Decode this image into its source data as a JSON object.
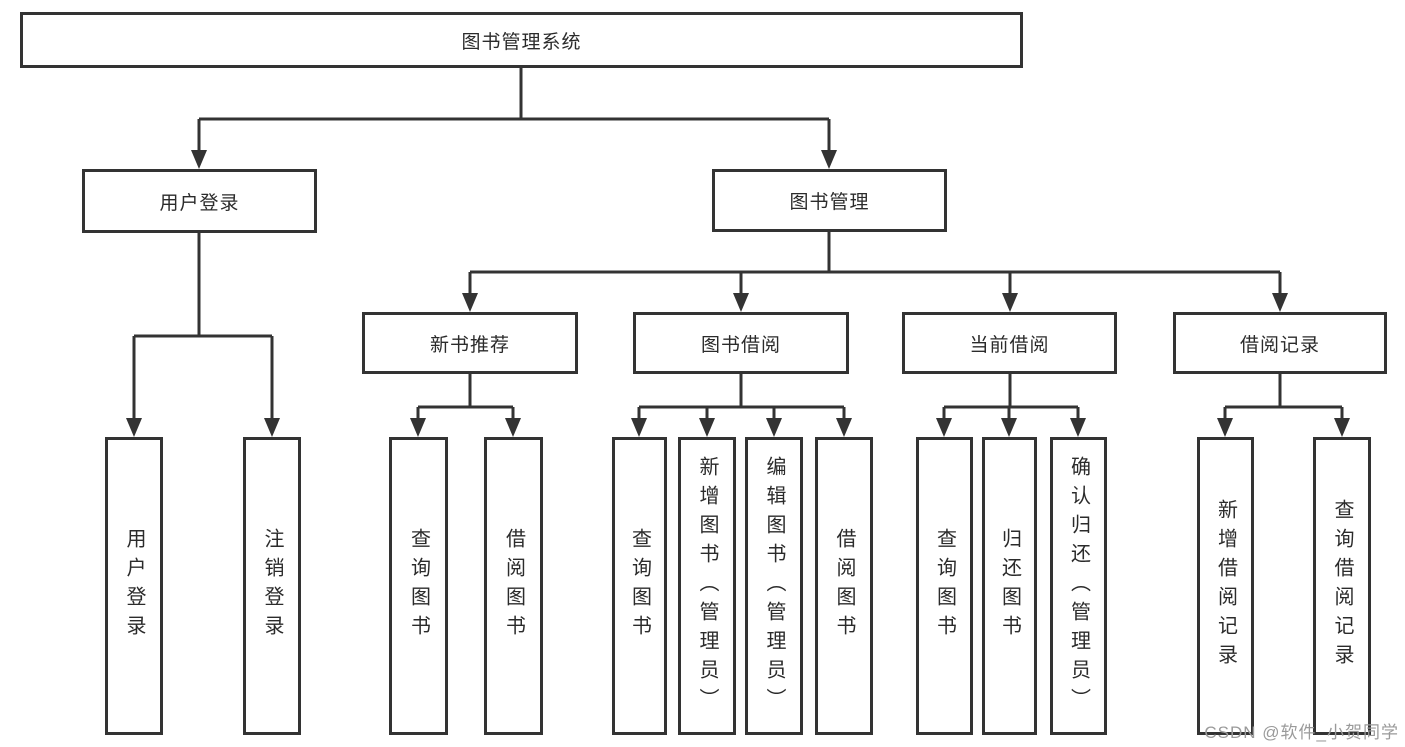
{
  "diagram": {
    "root": {
      "label": "图书管理系统"
    },
    "branches": [
      {
        "label": "用户登录",
        "children": [
          {
            "label": "用户登录"
          },
          {
            "label": "注销登录"
          }
        ]
      },
      {
        "label": "图书管理",
        "children": [
          {
            "label": "新书推荐",
            "children": [
              {
                "label": "查询图书"
              },
              {
                "label": "借阅图书"
              }
            ]
          },
          {
            "label": "图书借阅",
            "children": [
              {
                "label": "查询图书"
              },
              {
                "label": "新增图书（管理员）"
              },
              {
                "label": "编辑图书（管理员）"
              },
              {
                "label": "借阅图书"
              }
            ]
          },
          {
            "label": "当前借阅",
            "children": [
              {
                "label": "查询图书"
              },
              {
                "label": "归还图书"
              },
              {
                "label": "确认归还（管理员）"
              }
            ]
          },
          {
            "label": "借阅记录",
            "children": [
              {
                "label": "新增借阅记录"
              },
              {
                "label": "查询借阅记录"
              }
            ]
          }
        ]
      }
    ]
  },
  "watermark": {
    "text": "CSDN @软件_小贺同学"
  },
  "colors": {
    "line": "#333333",
    "border": "#333333",
    "text": "#2b2b2b",
    "watermark": "#9a9a9a"
  }
}
